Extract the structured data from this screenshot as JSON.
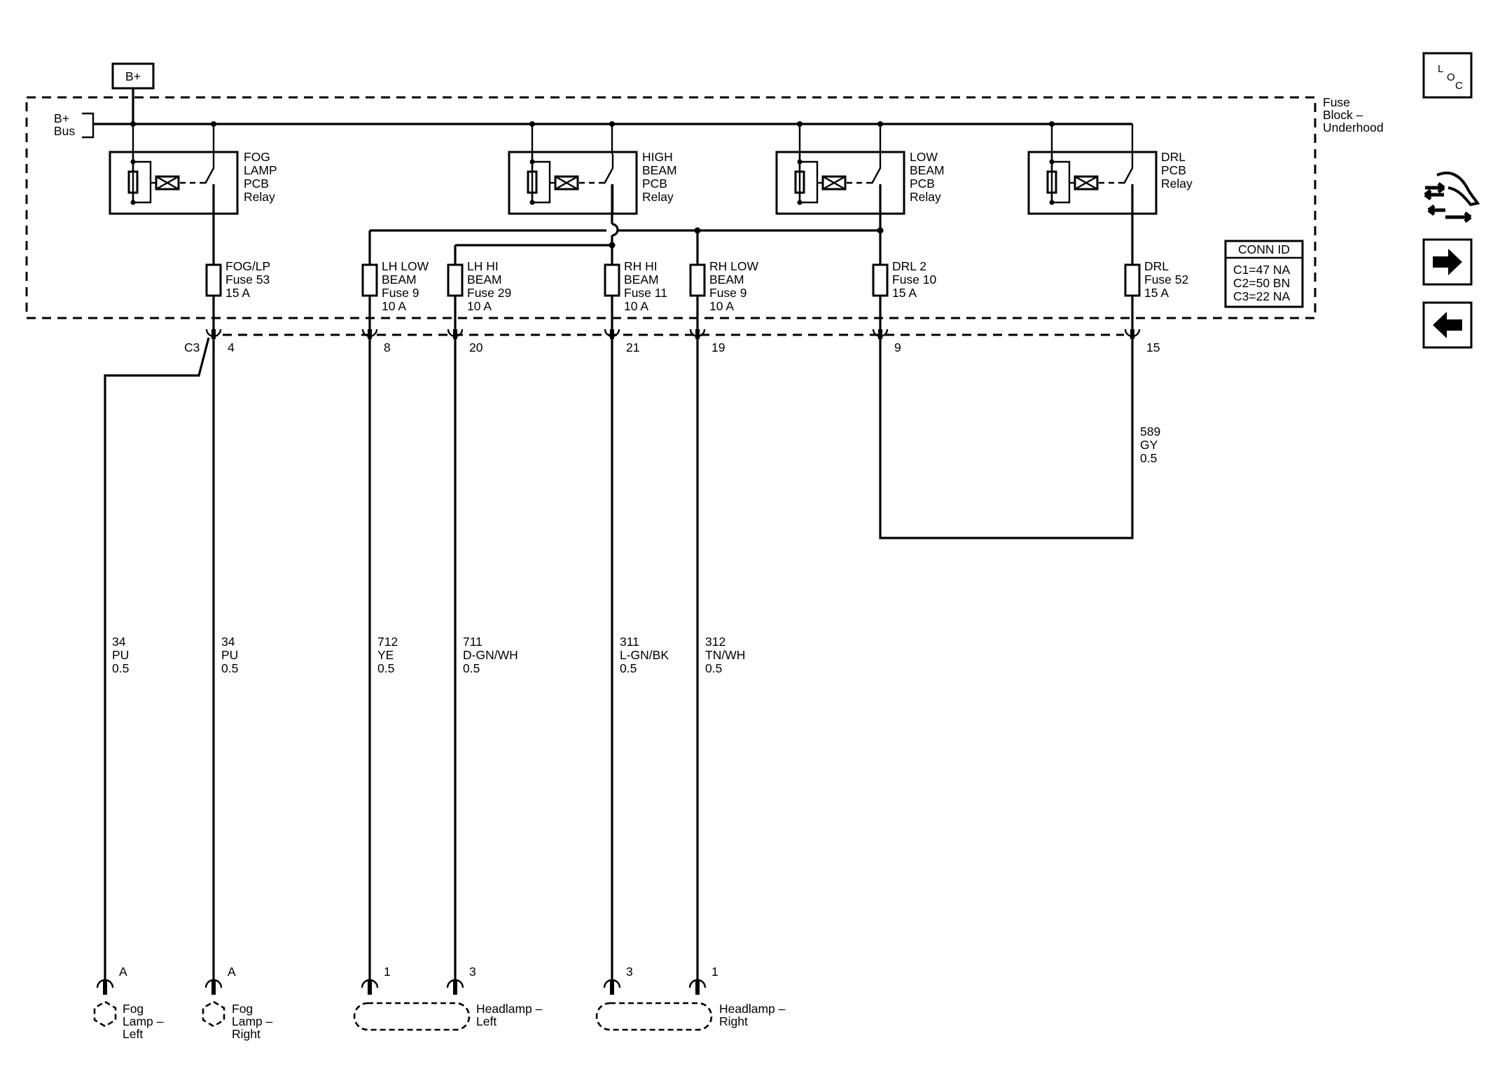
{
  "power_source": "B+",
  "bus_label": [
    "B+",
    "Bus"
  ],
  "fuse_block_label": [
    "Fuse",
    "Block –",
    "Underhood"
  ],
  "relays": [
    {
      "id": "fog",
      "label": [
        "FOG",
        "LAMP",
        "PCB",
        "Relay"
      ]
    },
    {
      "id": "high",
      "label": [
        "HIGH",
        "BEAM",
        "PCB",
        "Relay"
      ]
    },
    {
      "id": "low",
      "label": [
        "LOW",
        "BEAM",
        "PCB",
        "Relay"
      ]
    },
    {
      "id": "drl",
      "label": [
        "DRL",
        "PCB",
        "Relay"
      ]
    }
  ],
  "fuses": [
    {
      "id": "fog-lp",
      "label": [
        "FOG/LP",
        "Fuse 53",
        "15 A"
      ]
    },
    {
      "id": "lh-low",
      "label": [
        "LH LOW",
        "BEAM",
        "Fuse 9",
        "10 A"
      ]
    },
    {
      "id": "lh-hi",
      "label": [
        "LH HI",
        "BEAM",
        "Fuse 29",
        "10 A"
      ]
    },
    {
      "id": "rh-hi",
      "label": [
        "RH HI",
        "BEAM",
        "Fuse 11",
        "10 A"
      ]
    },
    {
      "id": "rh-low",
      "label": [
        "RH LOW",
        "BEAM",
        "Fuse 9",
        "10 A"
      ]
    },
    {
      "id": "drl2",
      "label": [
        "DRL 2",
        "Fuse 10",
        "15 A"
      ]
    },
    {
      "id": "drl",
      "label": [
        "DRL",
        "Fuse 52",
        "15 A"
      ]
    }
  ],
  "conn_id": {
    "title": "CONN ID",
    "rows": [
      "C1=47 NA",
      "C2=50 BN",
      "C3=22 NA"
    ]
  },
  "connector_name": "C3",
  "pins": [
    "4",
    "8",
    "20",
    "21",
    "19",
    "9",
    "15"
  ],
  "wires": [
    {
      "id": "fog-left",
      "label": [
        "34",
        "PU",
        "0.5"
      ]
    },
    {
      "id": "fog-right",
      "label": [
        "34",
        "PU",
        "0.5"
      ]
    },
    {
      "id": "lh-low",
      "label": [
        "712",
        "YE",
        "0.5"
      ]
    },
    {
      "id": "lh-hi",
      "label": [
        "711",
        "D-GN/WH",
        "0.5"
      ]
    },
    {
      "id": "rh-hi",
      "label": [
        "311",
        "L-GN/BK",
        "0.5"
      ]
    },
    {
      "id": "rh-low",
      "label": [
        "312",
        "TN/WH",
        "0.5"
      ]
    },
    {
      "id": "drl-jumper",
      "label": [
        "589",
        "GY",
        "0.5"
      ]
    }
  ],
  "components": [
    {
      "id": "fog-left",
      "pin": "A",
      "label": [
        "Fog",
        "Lamp –",
        "Left"
      ]
    },
    {
      "id": "fog-right",
      "pin": "A",
      "label": [
        "Fog",
        "Lamp –",
        "Right"
      ]
    },
    {
      "id": "headlamp-left",
      "pins": [
        "1",
        "3"
      ],
      "label": [
        "Headlamp –",
        "Left"
      ]
    },
    {
      "id": "headlamp-right",
      "pins": [
        "3",
        "1"
      ],
      "label": [
        "Headlamp –",
        "Right"
      ]
    }
  ],
  "nav": {
    "loc_letters": [
      "L",
      "O",
      "C"
    ],
    "icons": [
      "harness-routing-icon",
      "next-arrow-icon",
      "previous-arrow-icon"
    ]
  }
}
